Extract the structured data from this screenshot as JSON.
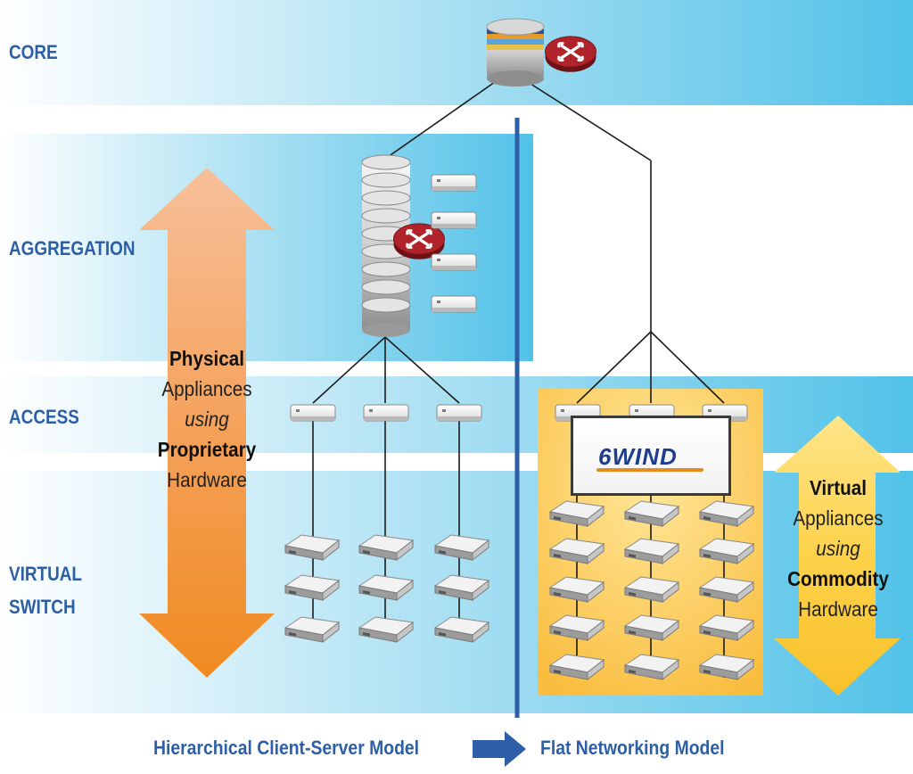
{
  "layers": {
    "core": "CORE",
    "aggregation": "AGGREGATION",
    "access": "ACCESS",
    "virtual_switch_line1": "VIRTUAL",
    "virtual_switch_line2": "SWITCH"
  },
  "left_caption": {
    "line1": "Physical",
    "line2": "Appliances",
    "line3": "using",
    "line4": "Proprietary",
    "line5": "Hardware"
  },
  "right_caption": {
    "line1": "Virtual",
    "line2": "Appliances",
    "line3": "using",
    "line4": "Commodity",
    "line5": "Hardware"
  },
  "footer": {
    "left_model": "Hierarchical Client-Server Model",
    "right_model": "Flat Networking Model"
  },
  "logo": {
    "brand": "6WIND"
  },
  "colors": {
    "band_blue": "#5ec9ea",
    "divider_blue": "#2d5fa6",
    "label_blue": "#2d5fa6",
    "orange_arrow": "#f39a3a",
    "yellow_box": "#fbc64a",
    "yellow_arrow": "#fccd3a",
    "router_red": "#a51e22"
  },
  "icons": {
    "core_device": "core-router-stack-icon",
    "aggregation_device": "aggregation-router-stack-icon",
    "switch": "switch-icon",
    "server": "server-icon",
    "router": "router-icon"
  }
}
